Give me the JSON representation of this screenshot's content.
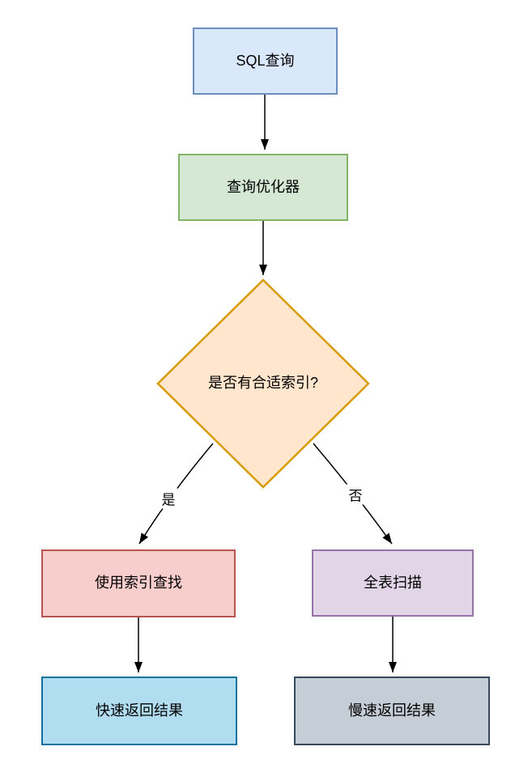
{
  "diagram": {
    "type": "flowchart",
    "background": "#ffffff",
    "edge_color": "#000000",
    "nodes": {
      "sql_query": {
        "label": "SQL查询",
        "shape": "rect",
        "fill": "#dae8fc",
        "stroke": "#6c8ebf"
      },
      "optimizer": {
        "label": "查询优化器",
        "shape": "rect",
        "fill": "#d5e8d4",
        "stroke": "#82b366"
      },
      "decision": {
        "label": "是否有合适索引?",
        "shape": "diamond",
        "fill": "#ffe6cc",
        "stroke": "#d79b00"
      },
      "index_lookup": {
        "label": "使用索引查找",
        "shape": "rect",
        "fill": "#f8cecc",
        "stroke": "#b85450"
      },
      "full_scan": {
        "label": "全表扫描",
        "shape": "rect",
        "fill": "#e1d5e7",
        "stroke": "#9673a6"
      },
      "fast_result": {
        "label": "快速返回结果",
        "shape": "rect",
        "fill": "#b1ddf0",
        "stroke": "#10739e"
      },
      "slow_result": {
        "label": "慢速返回结果",
        "shape": "rect",
        "fill": "#c5cdd6",
        "stroke": "#36495d"
      }
    },
    "edges": [
      {
        "from": "sql_query",
        "to": "optimizer",
        "label": ""
      },
      {
        "from": "optimizer",
        "to": "decision",
        "label": ""
      },
      {
        "from": "decision",
        "to": "index_lookup",
        "label": "是"
      },
      {
        "from": "decision",
        "to": "full_scan",
        "label": "否"
      },
      {
        "from": "index_lookup",
        "to": "fast_result",
        "label": ""
      },
      {
        "from": "full_scan",
        "to": "slow_result",
        "label": ""
      }
    ],
    "edge_labels": {
      "yes": "是",
      "no": "否"
    }
  }
}
